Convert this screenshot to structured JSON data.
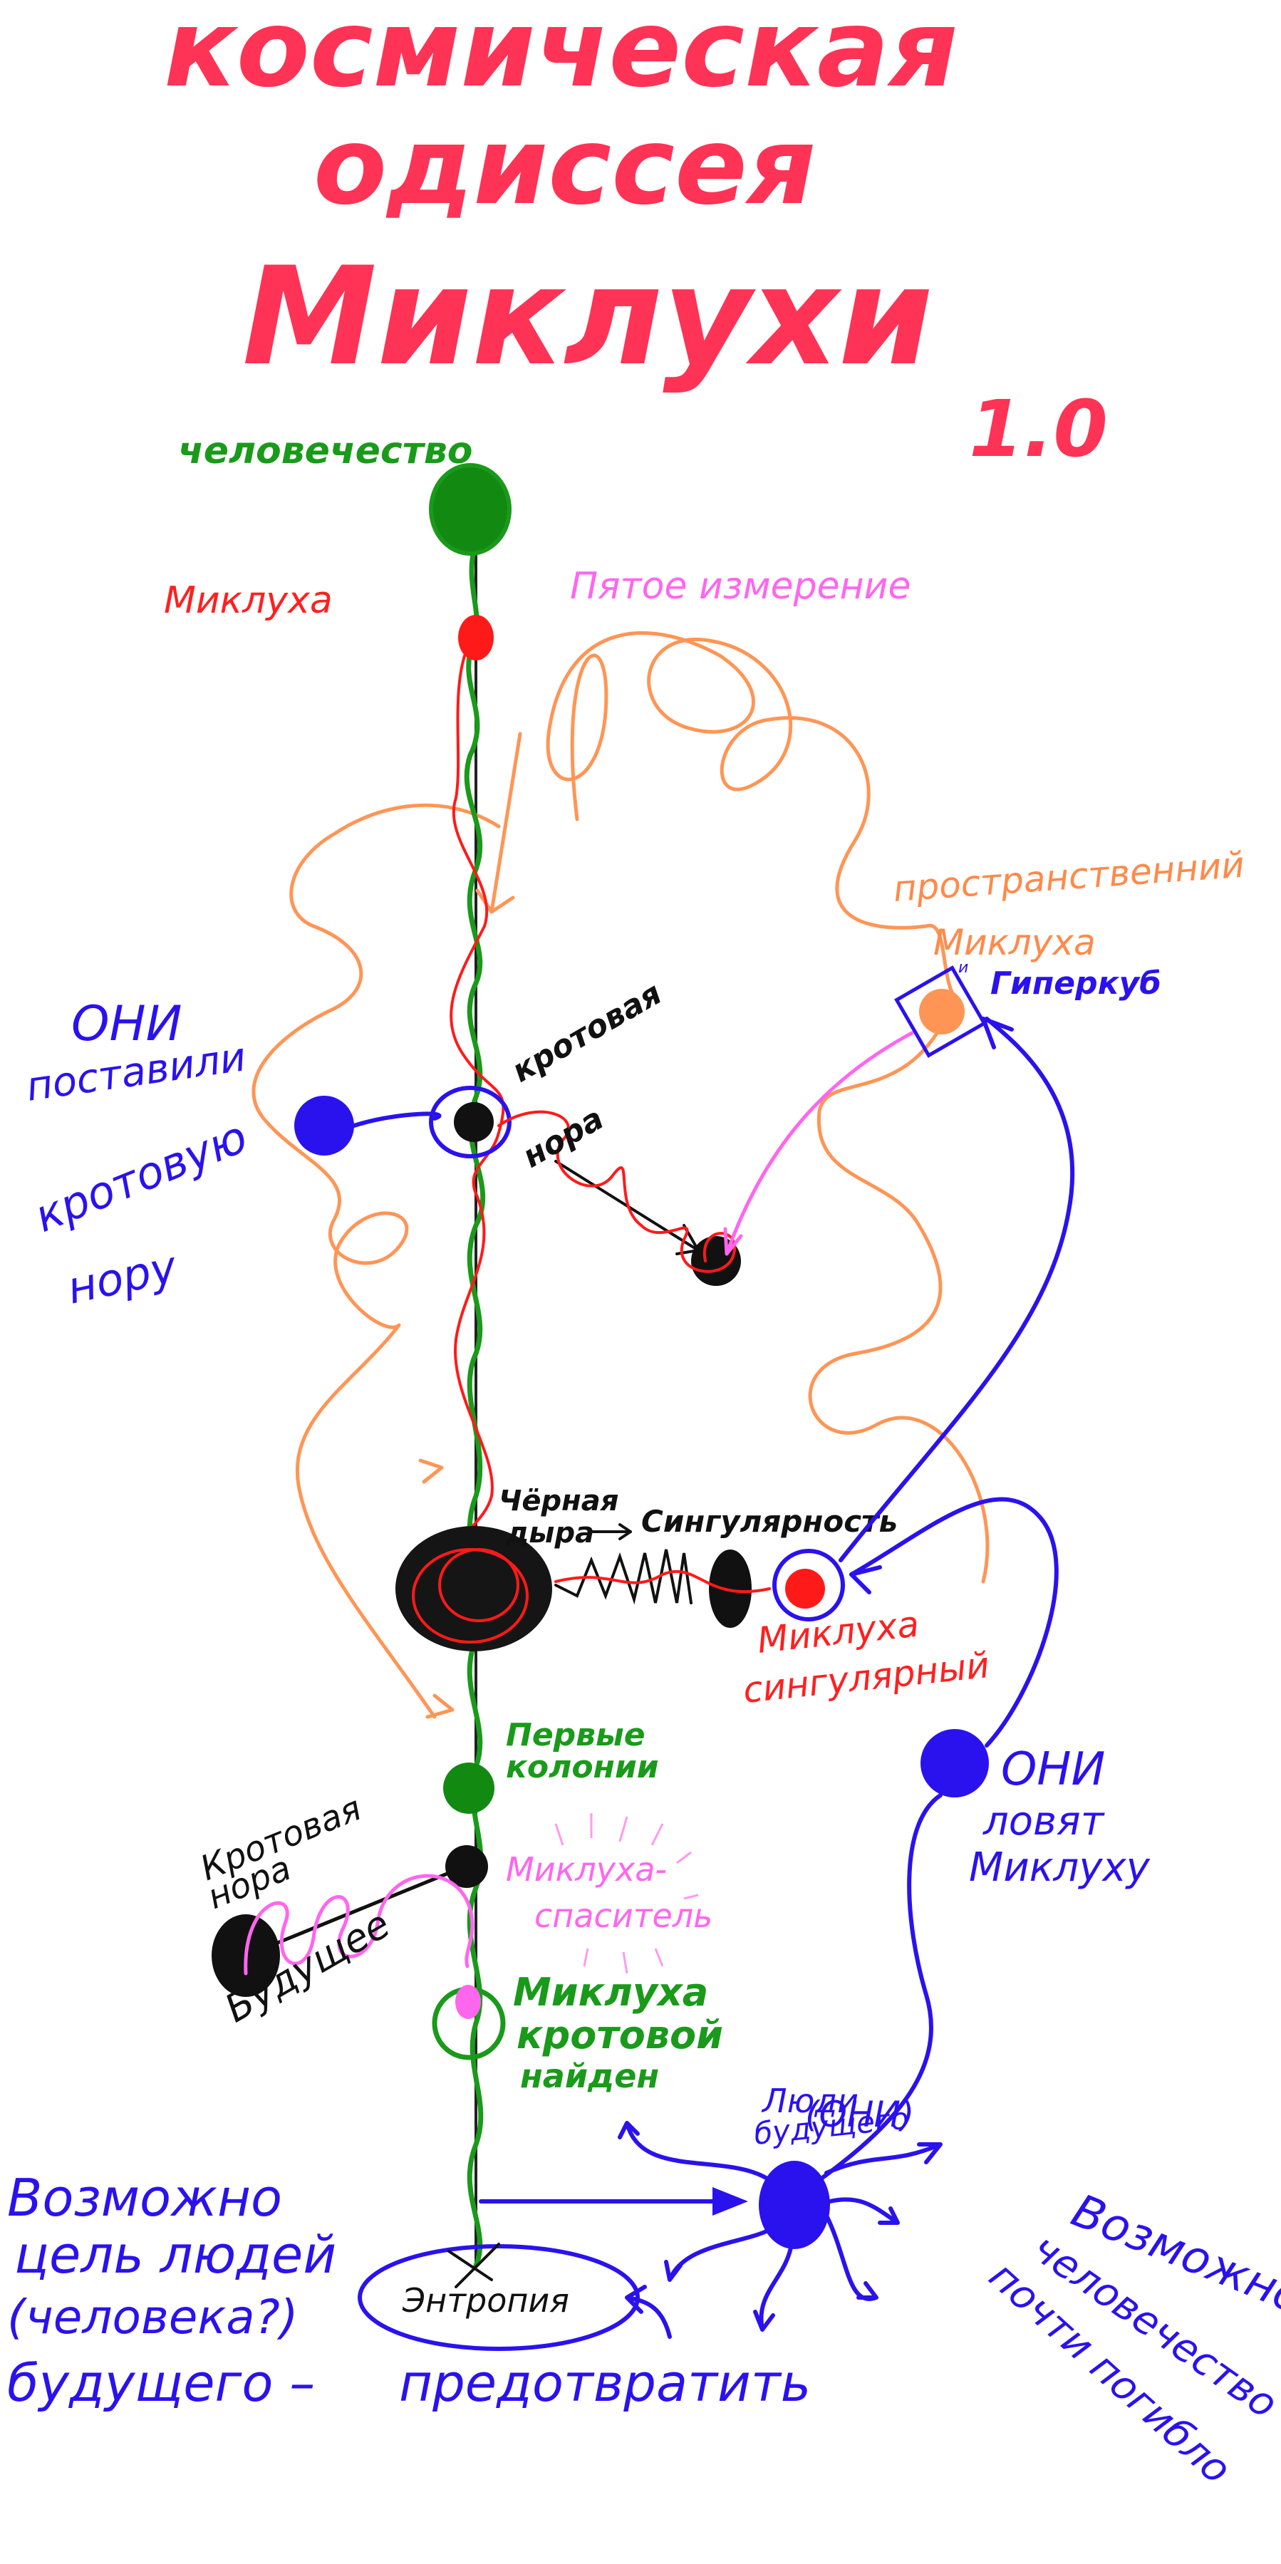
{
  "title": {
    "line1": "космическая",
    "line2": "одиссея",
    "line3": "Миклухи",
    "version": "1.0"
  },
  "colors": {
    "title": "#ff3355",
    "humanity": "#1a9a1a",
    "miklukha": "#ff1a1a",
    "they": "#2a12ee",
    "fifth_dimension": "#ff9555",
    "savior": "#ff66ee",
    "wormhole": "#111111"
  },
  "labels": {
    "humanity": "человечество",
    "miklukha": "Миклуха",
    "fifth_dimension": "Пятое измерение",
    "they_placed_line1": "ОНИ",
    "they_placed_line2": "поставили",
    "they_placed_line3": "кротовую",
    "they_placed_line4": "нору",
    "wormhole1_line1": "кротовая",
    "wormhole1_line2": "нора",
    "spatial_line1": "пространственний",
    "spatial_line2": "Миклуха",
    "spatial_and": "и",
    "hypercube": "Гиперкуб",
    "black_hole_line1": "Чёрная",
    "black_hole_line2": "дыра",
    "singularity": "Сингулярность",
    "miklukha_singular_line1": "Миклуха",
    "miklukha_singular_line2": "сингулярный",
    "first_colonies_line1": "Первые",
    "first_colonies_line2": "колонии",
    "they_catch_line1": "ОНИ",
    "they_catch_line2": "ловят",
    "they_catch_line3": "Миклуху",
    "wormhole2_line1": "Кротовая",
    "wormhole2_line2": "нора",
    "future": "Будущее",
    "savior_line1": "Миклуха-",
    "savior_line2": "спаситель",
    "found_line1": "Миклуха",
    "found_line2": "кротовой",
    "found_line3": "найден",
    "people_future_line1": "Люди",
    "people_future_line2": "будущего",
    "they_paren": "(ОНИ)",
    "possibly_goal_line1": "Возможно",
    "possibly_goal_line2": "цель людей",
    "possibly_goal_line3": "(человека?)",
    "possibly_goal_line4": "будущего –",
    "possibly_goal_line5": "предотвратить",
    "entropy": "Энтропия",
    "humanity_perished_line1": "Возможно,",
    "humanity_perished_line2": "человечество",
    "humanity_perished_line3": "почти погибло"
  }
}
